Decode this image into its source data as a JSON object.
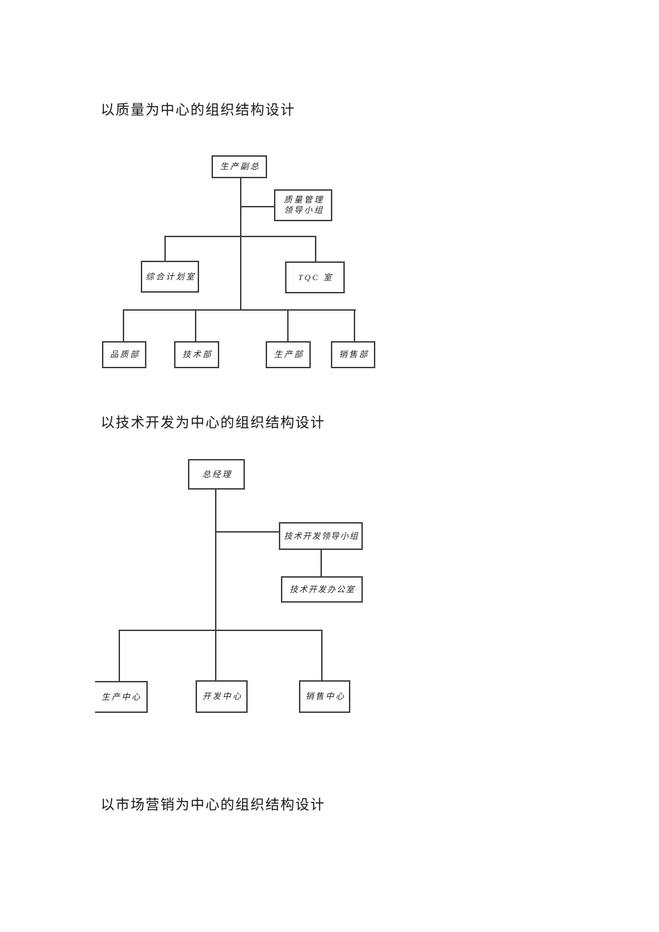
{
  "page": {
    "background": "#ffffff",
    "line_color": "#3f3f3f",
    "text_color": "#222222"
  },
  "sections": {
    "quality": {
      "title": "以质量为中心的组织结构设计",
      "org": {
        "root": "生产副总",
        "staff_group_line1": "质量管理",
        "staff_group_line2": "领导小组",
        "level2": [
          "综合计划室",
          "TQC 室"
        ],
        "level3": [
          "品质部",
          "技术部",
          "生产部",
          "销售部"
        ]
      }
    },
    "tech": {
      "title": "以技术开发为中心的组织结构设计",
      "org": {
        "root": "总经理",
        "staff_group": "技术开发领导小组",
        "staff_office": "技术开发办公室",
        "level2": [
          "生产中心",
          "开发中心",
          "销售中心"
        ]
      }
    },
    "marketing": {
      "title": "以市场营销为中心的组织结构设计"
    }
  }
}
